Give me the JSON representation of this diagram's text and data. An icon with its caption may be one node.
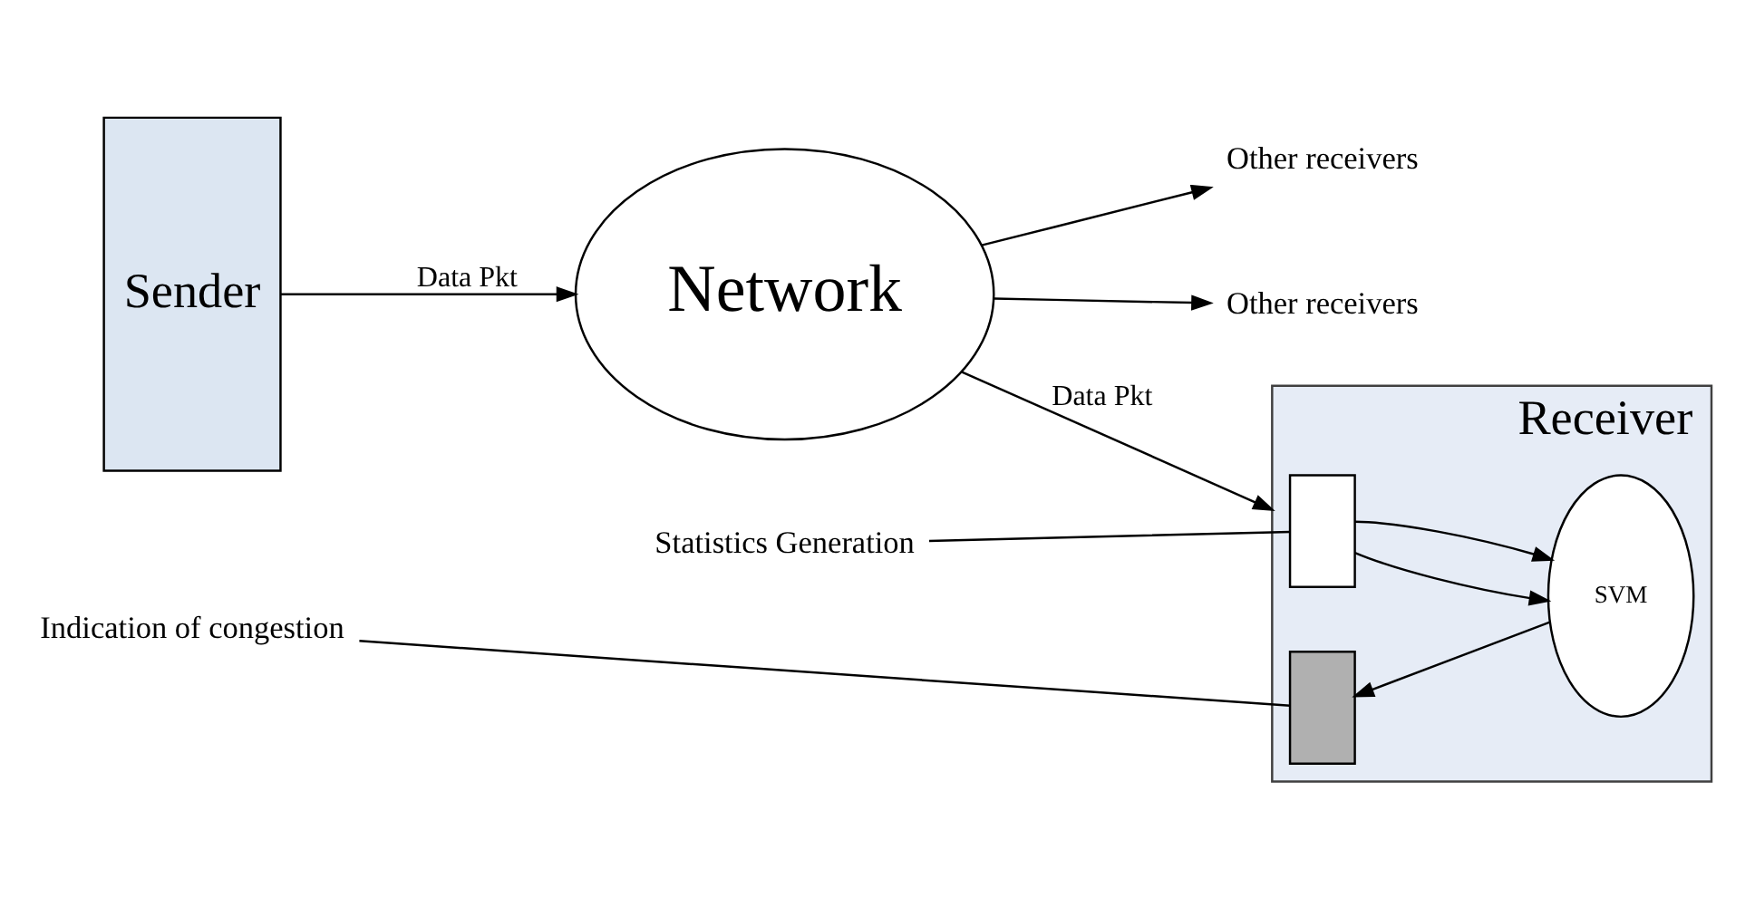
{
  "diagram": {
    "nodes": [
      {
        "text": [
          "Sender"
        ]
      },
      {
        "text": [
          "Network"
        ]
      },
      {
        "text": [
          "Other receivers"
        ]
      },
      {
        "text": [
          "Other receivers"
        ]
      },
      {
        "text": [
          "Receiver"
        ]
      },
      {
        "text": [
          "Statistics Generation"
        ]
      },
      {
        "text": [],
        "shape": "box",
        "in": 4
      },
      {
        "text": [
          "SVM"
        ],
        "in": 4
      },
      {
        "text": [],
        "shape": "box",
        "in": 4
      },
      {
        "text": [
          "Indication of congestion"
        ]
      }
    ],
    "edges": [
      {
        "from": 0,
        "to": 1,
        "arrow": "to",
        "label": "Data Pkt"
      },
      {
        "from": 1,
        "to": 2,
        "arrow": "to"
      },
      {
        "from": 1,
        "to": 3,
        "arrow": "to"
      },
      {
        "from": 1,
        "to": 4,
        "arrow": "to",
        "label": "Data Pkt"
      },
      {
        "from": 6,
        "to": 7,
        "arrow": "to"
      },
      {
        "from": 6,
        "to": 7,
        "arrow": "to"
      },
      {
        "from": 7,
        "to": 8,
        "arrow": "to"
      },
      {
        "from": 5,
        "to": 6,
        "arrow": "none"
      },
      {
        "from": 9,
        "to": 8,
        "arrow": "none"
      }
    ]
  }
}
